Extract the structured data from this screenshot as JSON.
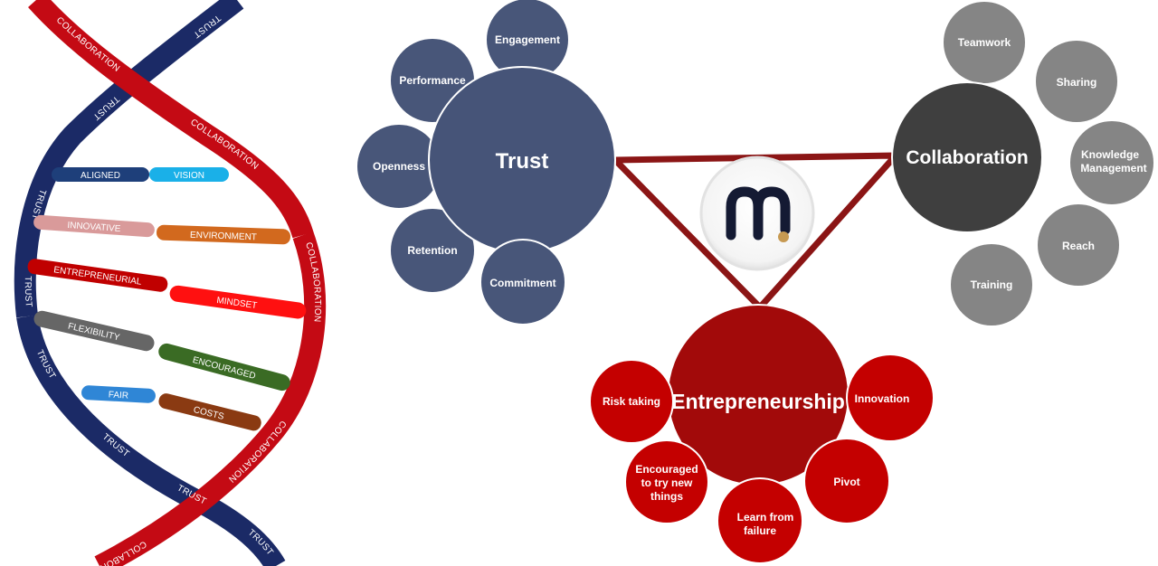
{
  "colors": {
    "trust_main": "#465478",
    "trust_sub": "#485679",
    "collab_main": "#3f3f3f",
    "collab_sub": "#858585",
    "entre_main": "#a20a0a",
    "entre_sub": "#c40000",
    "triangle": "#8b1515",
    "helix_red": "#c40a14",
    "helix_blue": "#1b2a66"
  },
  "logo": {
    "icon": "m-logo-icon"
  },
  "trust": {
    "title": "Trust",
    "items": [
      "Engagement",
      "Performance",
      "Openness",
      "Retention",
      "Commitment"
    ]
  },
  "collaboration": {
    "title": "Collaboration",
    "items": [
      "Teamwork",
      "Sharing",
      "Knowledge",
      "Management",
      "Reach",
      "Training"
    ]
  },
  "entrepreneurship": {
    "title": "Entrepreneurship",
    "items": [
      "Risk taking",
      "Innovation",
      "Encouraged",
      "to try new",
      "things",
      "Pivot",
      "Learn from",
      "failure"
    ]
  },
  "helix": {
    "red_label": "COLLABORATION",
    "blue_label": "TRUST",
    "rungs": [
      {
        "left": "ALIGNED",
        "right": "VISION",
        "left_color": "#1e3f7a",
        "right_color": "#1ab0e8"
      },
      {
        "left": "INNOVATIVE",
        "right": "ENVIRONMENT",
        "left_color": "#d99a9a",
        "right_color": "#d2691e"
      },
      {
        "left": "ENTREPRENEURIAL",
        "right": "MINDSET",
        "left_color": "#c00000",
        "right_color": "#ff1010"
      },
      {
        "left": "FLEXIBILITY",
        "right": "ENCOURAGED",
        "left_color": "#666666",
        "right_color": "#3a6b24"
      },
      {
        "left": "FAIR",
        "right": "COSTS",
        "left_color": "#2f86d6",
        "right_color": "#8a3a12"
      }
    ]
  }
}
